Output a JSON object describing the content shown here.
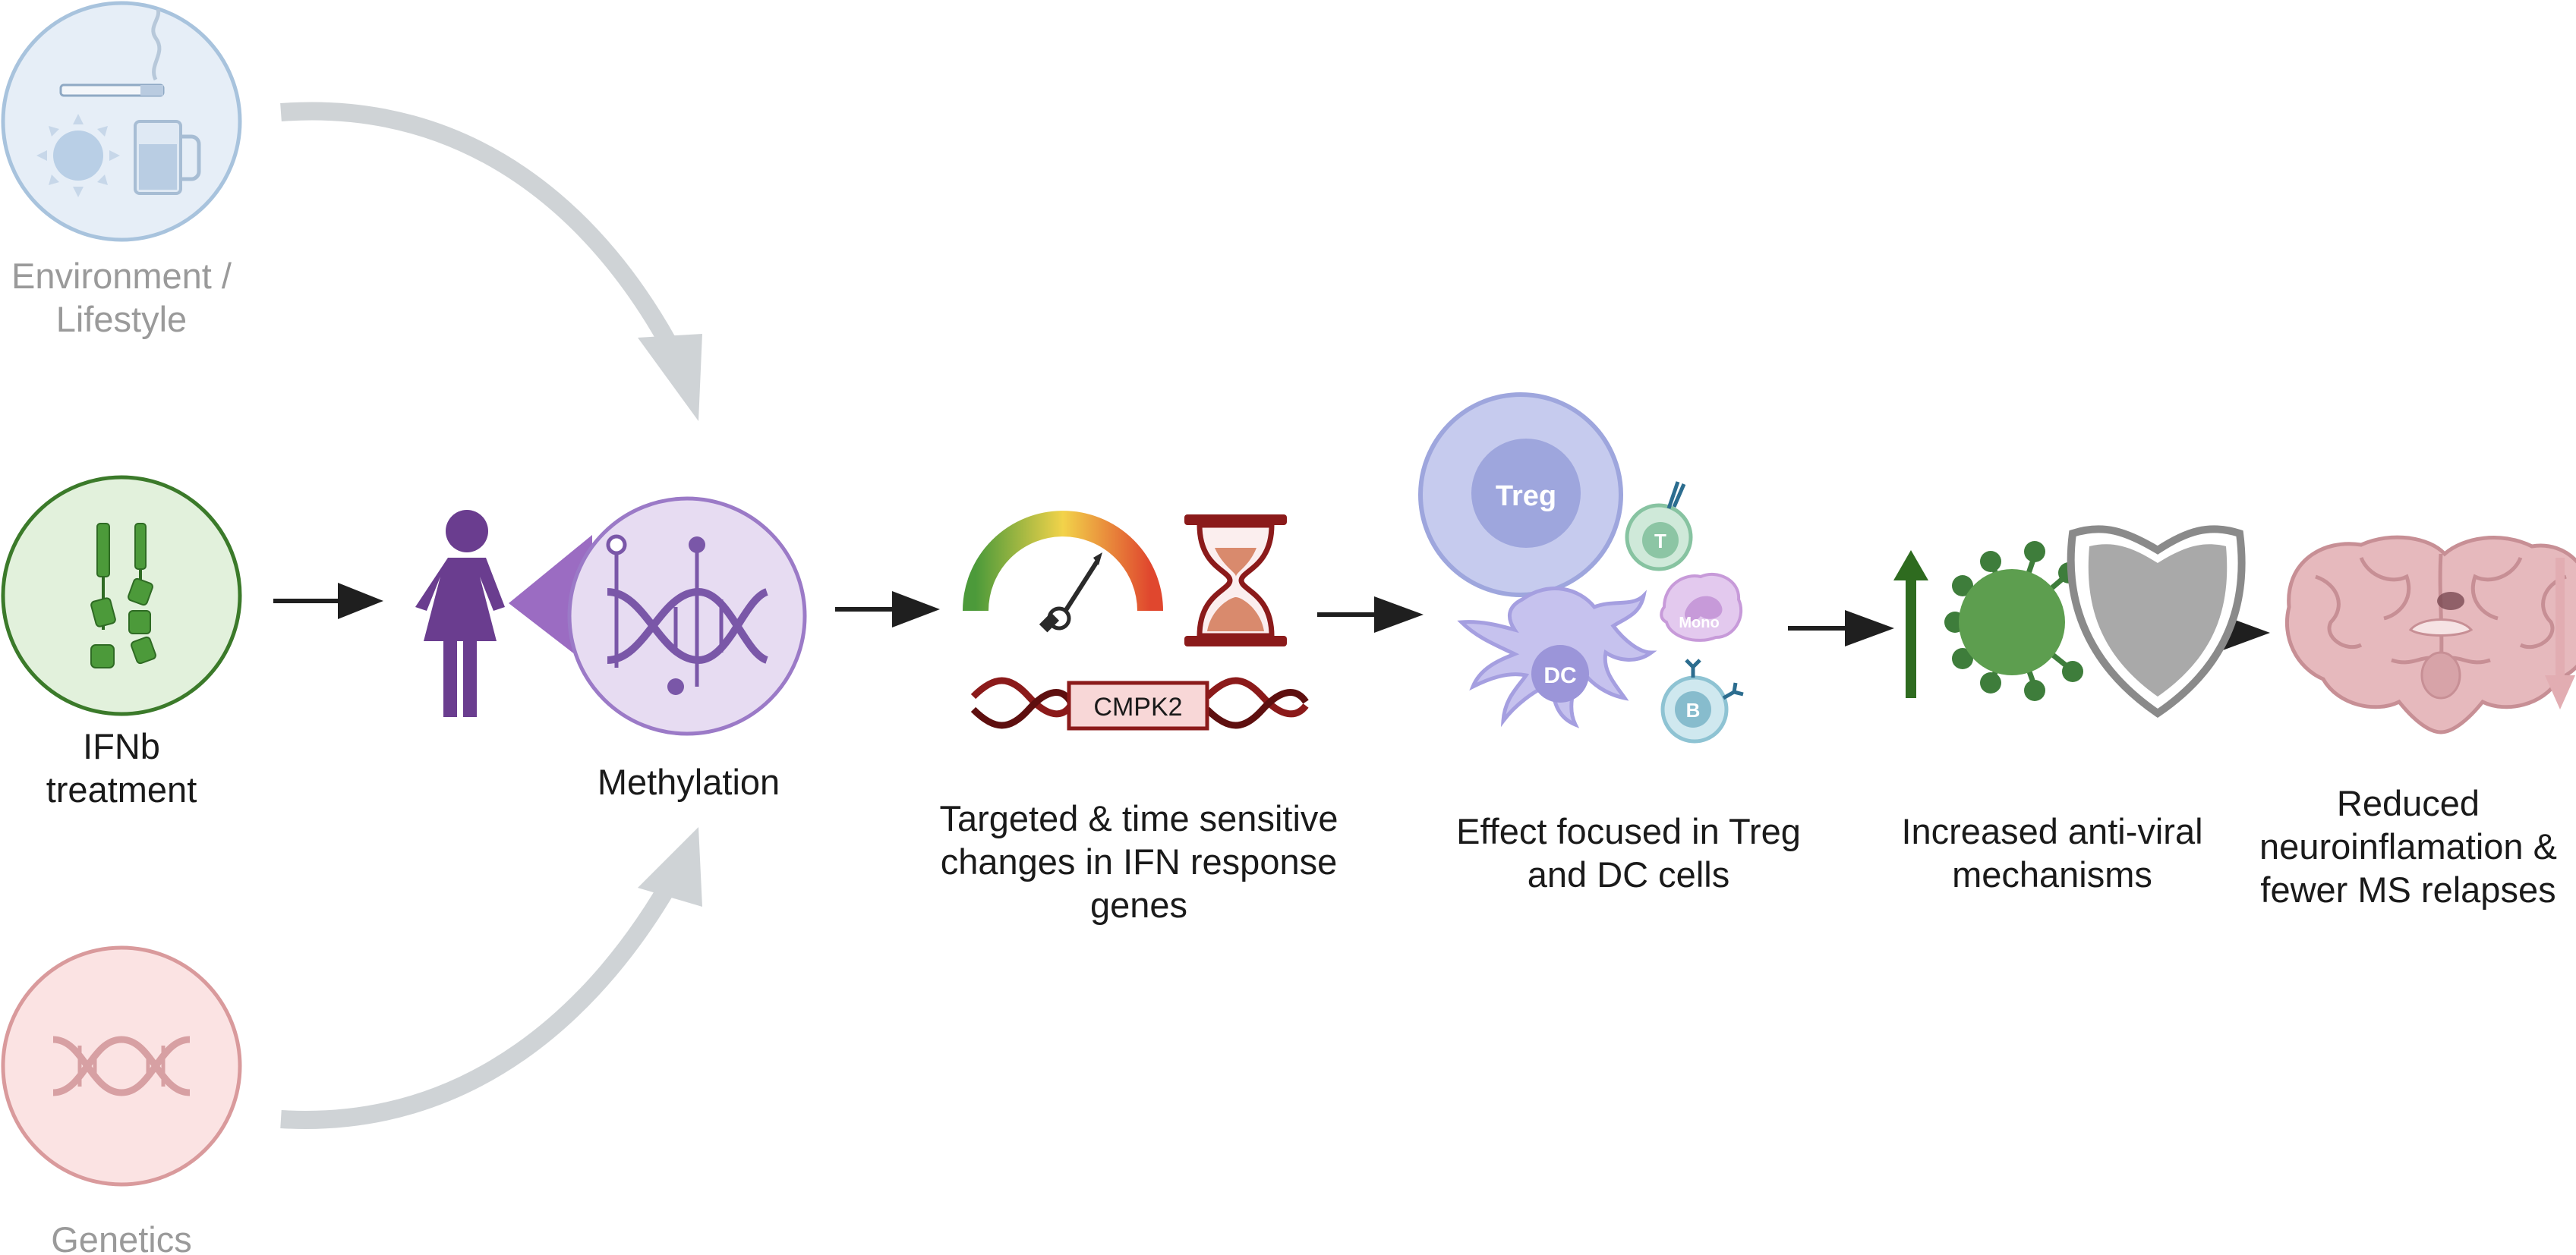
{
  "colors": {
    "environment_circle": "#a8c3dd",
    "ifnb_circle": "#3b7a2a",
    "genetics_circle": "#d99a9c",
    "purple": "#6a3d8f",
    "lavender": "#9b84c9",
    "dna_red": "#8b1a1a",
    "green": "#3e7d3b",
    "brain_pink": "#d7a3a8",
    "arrow_black": "#1f1f1f",
    "arrow_grey": "#cfd3d6"
  },
  "icons": [
    "cigarette-icon",
    "sun-icon",
    "beer-mug-icon",
    "injection-pen-icon",
    "dna-icon",
    "woman-icon",
    "methylation-dna-icon",
    "gauge-icon",
    "hourglass-icon",
    "treg-cell-icon",
    "t-cell-icon",
    "monocyte-icon",
    "dendritic-cell-icon",
    "b-cell-icon",
    "up-arrow-icon",
    "virus-icon",
    "shield-icon",
    "brain-icon",
    "down-arrow-icon"
  ],
  "inputs": {
    "environment": [
      "Environment /",
      "Lifestyle"
    ],
    "ifnb": [
      "IFNb",
      "treatment"
    ],
    "genetics": [
      "Genetics"
    ]
  },
  "steps": {
    "methylation": [
      "Methylation"
    ],
    "gene_label": "CMPK2",
    "targeted": [
      "Targeted & time sensitive",
      "changes in IFN response",
      "genes"
    ],
    "effect": [
      "Effect focused in Treg",
      "and DC cells"
    ],
    "antiviral": [
      "Increased anti-viral",
      "mechanisms"
    ],
    "outcome": [
      "Reduced",
      "neuroinflamation &",
      "fewer MS relapses"
    ]
  },
  "cells": {
    "treg": "Treg",
    "t": "T",
    "mono": "Mono",
    "dc": "DC",
    "b": "B"
  }
}
